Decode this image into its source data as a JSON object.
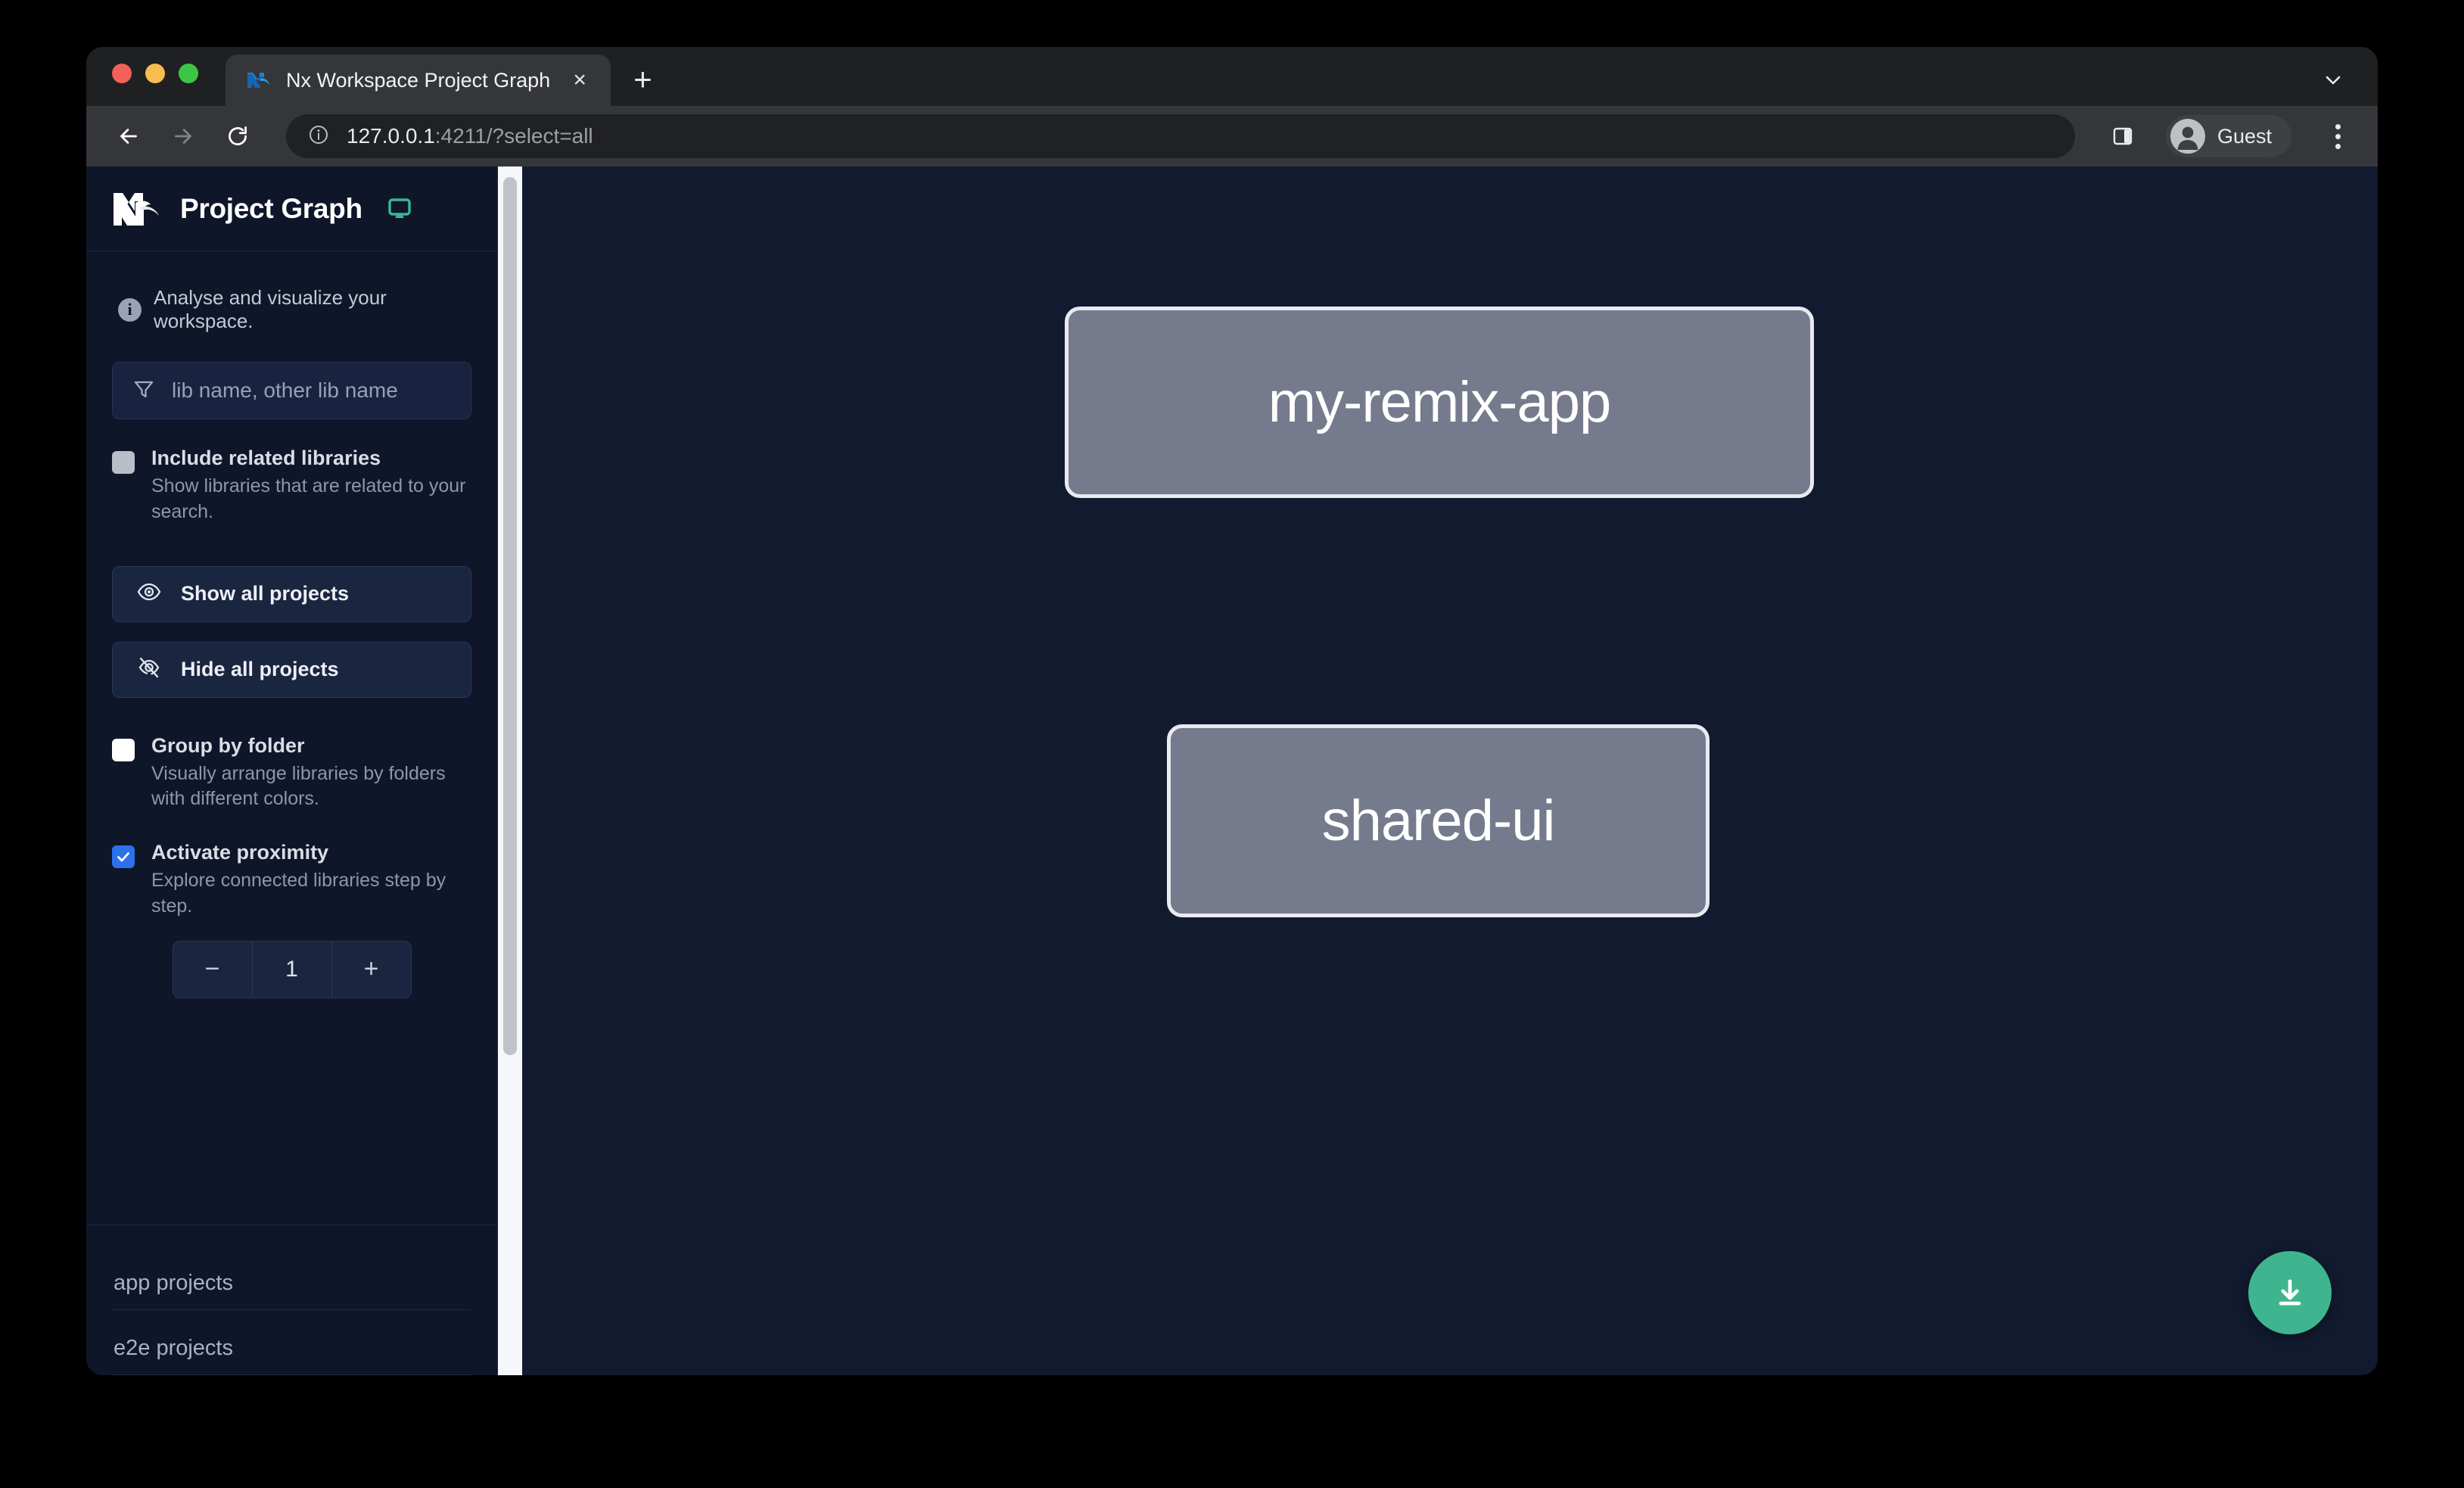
{
  "browser": {
    "tab": {
      "title": "Nx Workspace Project Graph",
      "close_label": "×",
      "favicon": "nx-favicon-icon"
    },
    "new_tab_label": "+",
    "tab_list_icon": "chevron-down-icon",
    "nav": {
      "back_icon": "arrow-left-icon",
      "forward_icon": "arrow-right-icon",
      "reload_icon": "reload-icon"
    },
    "omnibox": {
      "site_info_icon": "info-circle-icon",
      "url_host": "127.0.0.1",
      "url_rest": ":4211/?select=all"
    },
    "side_panel_icon": "side-panel-icon",
    "profile": {
      "name": "Guest",
      "avatar_icon": "person-avatar-icon"
    },
    "menu_icon": "kebab-menu-icon"
  },
  "sidebar": {
    "logo_icon": "nx-logo-icon",
    "title": "Project Graph",
    "display_icon": "monitor-icon",
    "info": {
      "icon": "info-icon",
      "text": "Analyse and visualize your workspace."
    },
    "filter": {
      "icon": "funnel-icon",
      "placeholder": "lib name, other lib name",
      "value": ""
    },
    "options": [
      {
        "id": "include-related-libraries",
        "label": "Include related libraries",
        "description": "Show libraries that are related to your search.",
        "checked": false,
        "style": "grey"
      },
      {
        "id": "group-by-folder",
        "label": "Group by folder",
        "description": "Visually arrange libraries by folders with different colors.",
        "checked": false,
        "style": "white"
      },
      {
        "id": "activate-proximity",
        "label": "Activate proximity",
        "description": "Explore connected libraries step by step.",
        "checked": true,
        "style": "blue"
      }
    ],
    "buttons": [
      {
        "id": "show-all-projects",
        "label": "Show all projects",
        "icon": "eye-icon"
      },
      {
        "id": "hide-all-projects",
        "label": "Hide all projects",
        "icon": "eye-slash-icon"
      }
    ],
    "stepper": {
      "decrement_label": "−",
      "value": "1",
      "increment_label": "+"
    },
    "sections": [
      {
        "id": "app-projects",
        "label": "app projects"
      },
      {
        "id": "e2e-projects",
        "label": "e2e projects"
      }
    ]
  },
  "graph": {
    "nodes": [
      {
        "id": "my-remix-app",
        "label": "my-remix-app"
      },
      {
        "id": "shared-ui",
        "label": "shared-ui"
      }
    ],
    "edges": [
      {
        "from": "my-remix-app",
        "to": "shared-ui"
      }
    ],
    "download_button": {
      "icon": "download-icon",
      "color": "#3fb58f"
    }
  },
  "colors": {
    "accent_green": "#3fb58f",
    "checkbox_checked": "#2a72ec",
    "node_fill": "#757b8c",
    "node_border": "#e9eaf0",
    "canvas_bg": "#111a2e",
    "sidebar_bg": "#0f1629"
  }
}
